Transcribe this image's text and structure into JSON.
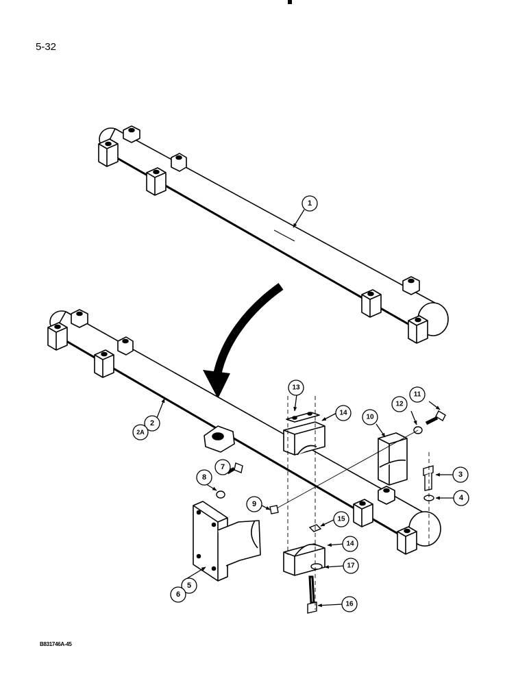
{
  "page": {
    "number": "5-32",
    "drawing_code": "B831746A-45"
  },
  "callouts": {
    "c1": "1",
    "c2": "2",
    "c2a": "2A",
    "c3": "3",
    "c4": "4",
    "c5": "5",
    "c6": "6",
    "c7": "7",
    "c8": "8",
    "c9": "9",
    "c10": "10",
    "c11": "11",
    "c12": "12",
    "c13": "13",
    "c14a": "14",
    "c14b": "14",
    "c15": "15",
    "c16": "16",
    "c17": "17"
  }
}
